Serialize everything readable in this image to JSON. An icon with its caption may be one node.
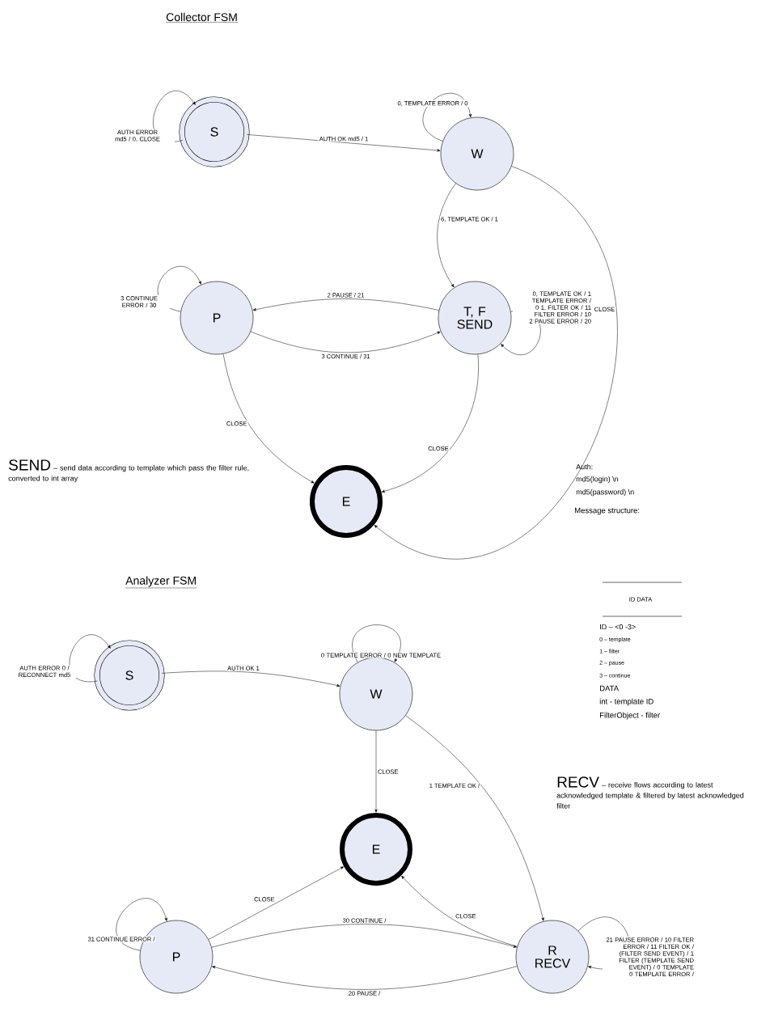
{
  "diagram": {
    "nodes": [
      {
        "text": [
          "S"
        ]
      },
      {
        "text": [
          "W"
        ]
      },
      {
        "text": [
          "P"
        ]
      },
      {
        "text": [
          "T, F SEND"
        ]
      },
      {
        "text": [
          "E"
        ]
      },
      {
        "text": [
          "S"
        ]
      },
      {
        "text": [
          "W"
        ]
      },
      {
        "text": [
          "E"
        ]
      },
      {
        "text": [
          "P"
        ]
      },
      {
        "text": [
          "R RECV"
        ]
      }
    ],
    "edges": [
      {
        "from": 0,
        "to": 0,
        "arrow": "to",
        "label": "AUTH ERROR md5 / 0, CLOSE"
      },
      {
        "from": 0,
        "to": 1,
        "arrow": "to",
        "label": "AUTH OK md5 / 1"
      },
      {
        "from": 1,
        "to": 1,
        "arrow": "to",
        "label": "0, TEMPLATE ERROR / 0"
      },
      {
        "from": 1,
        "to": 3,
        "arrow": "to",
        "label": "6, TEMPLATE OK / 1"
      },
      {
        "from": 2,
        "to": 2,
        "arrow": "to",
        "label": "3 CONTINUE ERROR / 30"
      },
      {
        "from": 3,
        "to": 2,
        "arrow": "to",
        "label": "2 PAUSE / 21"
      },
      {
        "from": 2,
        "to": 3,
        "arrow": "to",
        "label": "3 CONTINUE / 31"
      },
      {
        "from": 3,
        "to": 3,
        "arrow": "to",
        "label": "0, TEMPLATE OK / 1 TEMPLATE ERROR / 0 1, FILTER OK / 11 FILTER ERROR / 10 2 PAUSE ERROR / 20"
      },
      {
        "from": 2,
        "to": 4,
        "arrow": "to",
        "label": "CLOSE"
      },
      {
        "from": 3,
        "to": 4,
        "arrow": "to",
        "label": "CLOSE"
      },
      {
        "from": 1,
        "to": 4,
        "arrow": "to",
        "label": "CLOSE"
      },
      {
        "from": 5,
        "to": 5,
        "arrow": "to",
        "label": "AUTH ERROR 0 / RECONNECT md5"
      },
      {
        "from": 5,
        "to": 6,
        "arrow": "to",
        "label": "AUTH OK 1"
      },
      {
        "from": 6,
        "to": 6,
        "arrow": "to",
        "label": "0 TEMPLATE ERROR / 0 NEW TEMPLATE"
      },
      {
        "from": 6,
        "to": 7,
        "arrow": "to",
        "label": "CLOSE"
      },
      {
        "from": 6,
        "to": 9,
        "arrow": "to",
        "label": "1 TEMPLATE OK /"
      },
      {
        "from": 8,
        "to": 7,
        "arrow": "to",
        "label": "CLOSE"
      },
      {
        "from": 9,
        "to": 7,
        "arrow": "to",
        "label": "CLOSE"
      },
      {
        "from": 8,
        "to": 8,
        "arrow": "to",
        "label": "31 CONTINUE ERROR /"
      },
      {
        "from": 8,
        "to": 9,
        "arrow": "to",
        "label": "30 CONTINUE /"
      },
      {
        "from": 9,
        "to": 8,
        "arrow": "to",
        "label": "20 PAUSE /"
      },
      {
        "from": 9,
        "to": 9,
        "arrow": "to",
        "label": "21 PAUSE ERROR / 10 FILTER ERROR / 11 FILTER OK / (FILTER SEND EVENT) / 1 FILTER (TEMPLATE SEND EVENT) / 0 TEMPLATE 0 TEMPLATE ERROR /"
      }
    ],
    "labels": [
      "Collector FSM",
      "SEND",
      "– send data according to template which pass the filter rule, converted to int array",
      "Auth:",
      "md5(login) \\n",
      "md5(password) \\n",
      "Message structure:",
      "Analyzer FSM",
      "ID DATA",
      "ID – <0 -3>",
      "0 – template",
      "1 – filter",
      "2 – pause",
      "3 – continue",
      "DATA",
      "int - template ID",
      "FilterObject - filter",
      "RECV",
      "– receive flows according to latest acknowledged template & filtered by latest acknowledged filter"
    ]
  }
}
